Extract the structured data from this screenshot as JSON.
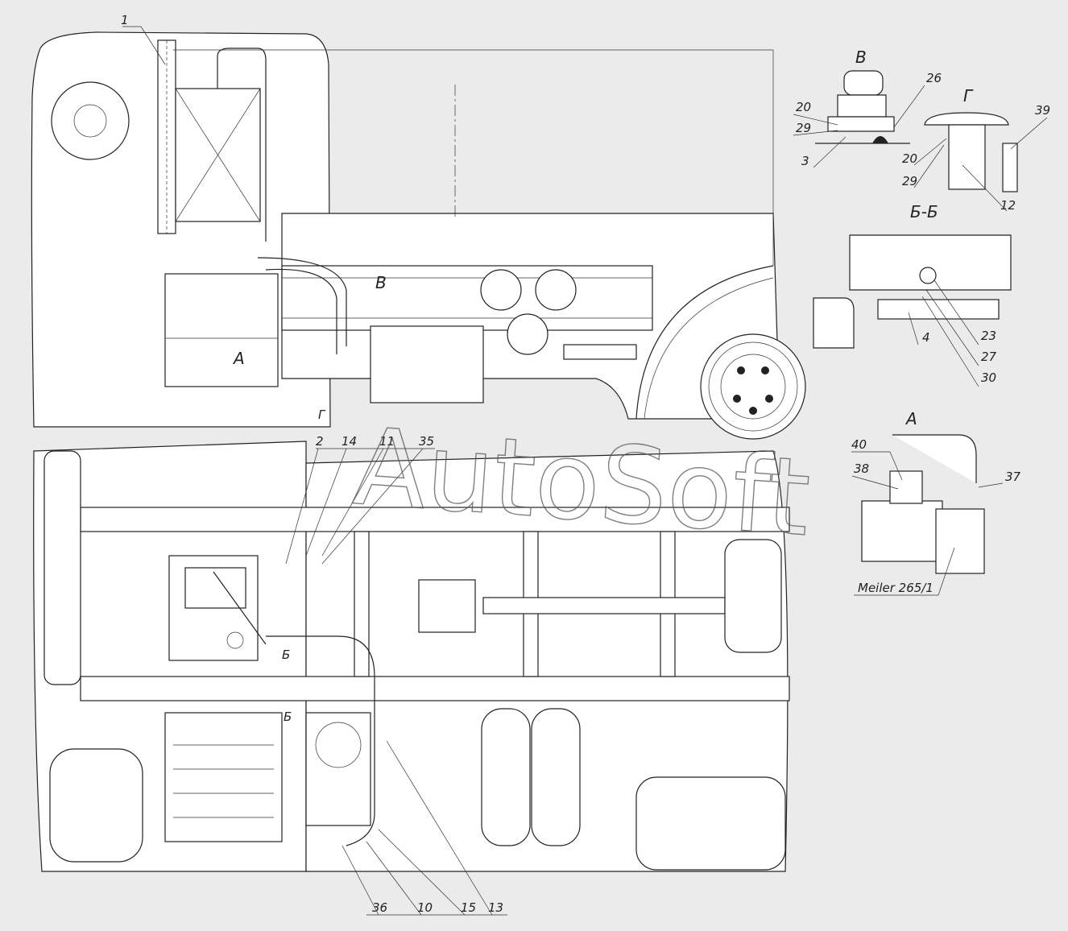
{
  "watermark": "AutoSoft",
  "section_labels": {
    "top_view_A": "А",
    "top_view_B": "В",
    "top_view_G": "Г",
    "detail_B": "В",
    "detail_G": "Г",
    "section_BB": "Б-Б",
    "detail_A": "А",
    "plan_B_upper": "Б",
    "plan_B_lower": "Б"
  },
  "callouts": {
    "c1": "1",
    "c2": "2",
    "c14": "14",
    "c11": "11",
    "c35": "35",
    "c20a": "20",
    "c29a": "29",
    "c3": "3",
    "c26": "26",
    "c20b": "20",
    "c29b": "29",
    "c12": "12",
    "c39": "39",
    "c4": "4",
    "c23": "23",
    "c27": "27",
    "c30": "30",
    "c40": "40",
    "c38": "38",
    "c37": "37",
    "heater": "Meiler 265/1",
    "c36": "36",
    "c10": "10",
    "c15": "15",
    "c13": "13"
  }
}
